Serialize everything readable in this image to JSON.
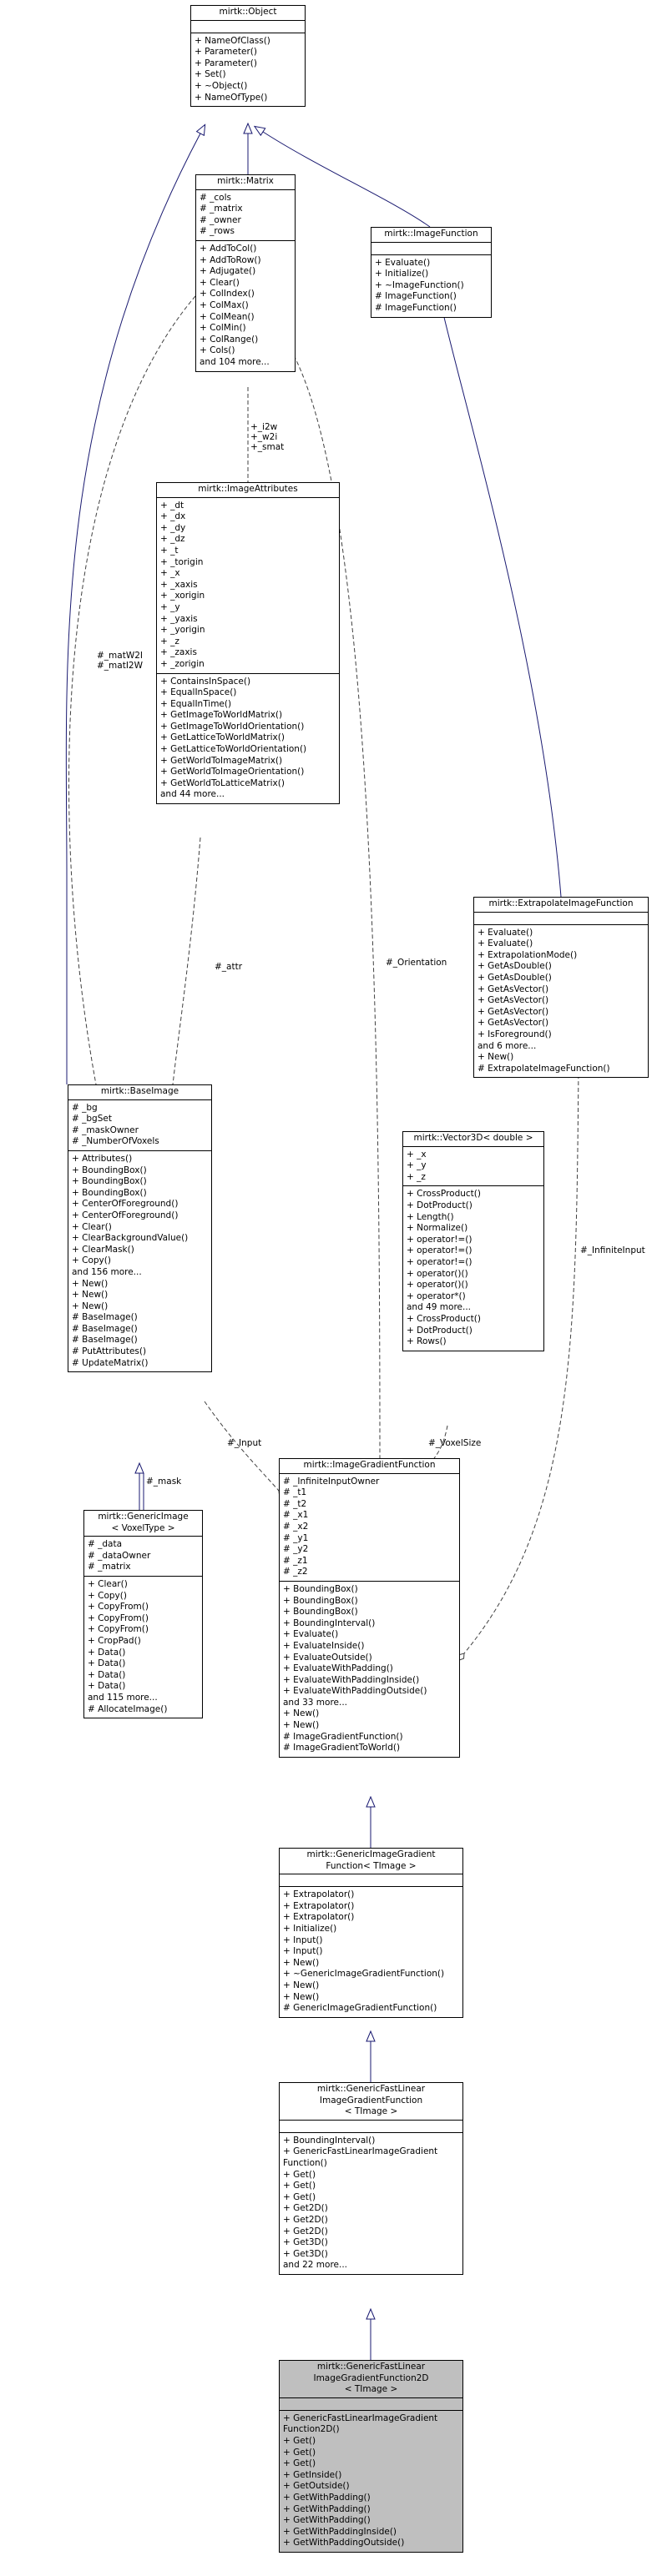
{
  "nodes": [
    {
      "id": "object",
      "title": [
        "mirtk::Object"
      ],
      "attributes": [],
      "methods": [
        "+ NameOfClass()",
        "+ Parameter()",
        "+ Parameter()",
        "+ Set()",
        "+ ~Object()",
        "+ NameOfType()"
      ]
    },
    {
      "id": "matrix",
      "title": [
        "mirtk::Matrix"
      ],
      "attributes": [
        "# _cols",
        "# _matrix",
        "# _owner",
        "# _rows"
      ],
      "methods": [
        "+ AddToCol()",
        "+ AddToRow()",
        "+ Adjugate()",
        "+ Clear()",
        "+ ColIndex()",
        "+ ColMax()",
        "+ ColMean()",
        "+ ColMin()",
        "+ ColRange()",
        "+ Cols()",
        "and 104 more..."
      ]
    },
    {
      "id": "imagefunction",
      "title": [
        "mirtk::ImageFunction"
      ],
      "attributes": [],
      "methods": [
        "+ Evaluate()",
        "+ Initialize()",
        "+ ~ImageFunction()",
        "# ImageFunction()",
        "# ImageFunction()"
      ]
    },
    {
      "id": "imageattributes",
      "title": [
        "mirtk::ImageAttributes"
      ],
      "attributes": [
        "+ _dt",
        "+ _dx",
        "+ _dy",
        "+ _dz",
        "+ _t",
        "+ _torigin",
        "+ _x",
        "+ _xaxis",
        "+ _xorigin",
        "+ _y",
        "+ _yaxis",
        "+ _yorigin",
        "+ _z",
        "+ _zaxis",
        "+ _zorigin"
      ],
      "methods": [
        "+ ContainsInSpace()",
        "+ EqualInSpace()",
        "+ EqualInTime()",
        "+ GetImageToWorldMatrix()",
        "+ GetImageToWorldOrientation()",
        "+ GetLatticeToWorldMatrix()",
        "+ GetLatticeToWorldOrientation()",
        "+ GetWorldToImageMatrix()",
        "+ GetWorldToImageOrientation()",
        "+ GetWorldToLatticeMatrix()",
        "and 44 more..."
      ]
    },
    {
      "id": "extrapolate",
      "title": [
        "mirtk::ExtrapolateImageFunction"
      ],
      "attributes": [],
      "methods": [
        "+ Evaluate()",
        "+ Evaluate()",
        "+ ExtrapolationMode()",
        "+ GetAsDouble()",
        "+ GetAsDouble()",
        "+ GetAsVector()",
        "+ GetAsVector()",
        "+ GetAsVector()",
        "+ GetAsVector()",
        "+ IsForeground()",
        "and 6 more...",
        "+ New()",
        "# ExtrapolateImageFunction()"
      ]
    },
    {
      "id": "baseimage",
      "title": [
        "mirtk::BaseImage"
      ],
      "attributes": [
        "# _bg",
        "# _bgSet",
        "# _maskOwner",
        "# _NumberOfVoxels"
      ],
      "methods": [
        "+ Attributes()",
        "+ BoundingBox()",
        "+ BoundingBox()",
        "+ BoundingBox()",
        "+ CenterOfForeground()",
        "+ CenterOfForeground()",
        "+ Clear()",
        "+ ClearBackgroundValue()",
        "+ ClearMask()",
        "+ Copy()",
        "and 156 more...",
        "+ New()",
        "+ New()",
        "+ New()",
        "# BaseImage()",
        "# BaseImage()",
        "# BaseImage()",
        "# PutAttributes()",
        "# UpdateMatrix()"
      ]
    },
    {
      "id": "vector3d",
      "title": [
        "mirtk::Vector3D< double >"
      ],
      "attributes": [
        "+ _x",
        "+ _y",
        "+ _z"
      ],
      "methods": [
        "+ CrossProduct()",
        "+ DotProduct()",
        "+ Length()",
        "+ Normalize()",
        "+ operator!=()",
        "+ operator!=()",
        "+ operator!=()",
        "+ operator()()",
        "+ operator()()",
        "+ operator*()",
        "and 49 more...",
        "+ CrossProduct()",
        "+ DotProduct()",
        "+ Rows()"
      ]
    },
    {
      "id": "genericimage",
      "title": [
        "mirtk::GenericImage",
        "< VoxelType >"
      ],
      "attributes": [
        "# _data",
        "# _dataOwner",
        "# _matrix"
      ],
      "methods": [
        "+ Clear()",
        "+ Copy()",
        "+ CopyFrom()",
        "+ CopyFrom()",
        "+ CopyFrom()",
        "+ CropPad()",
        "+ Data()",
        "+ Data()",
        "+ Data()",
        "+ Data()",
        "and 115 more...",
        "# AllocateImage()"
      ]
    },
    {
      "id": "gradientfunction",
      "title": [
        "mirtk::ImageGradientFunction"
      ],
      "attributes": [
        "# _InfiniteInputOwner",
        "# _t1",
        "# _t2",
        "# _x1",
        "# _x2",
        "# _y1",
        "# _y2",
        "# _z1",
        "# _z2"
      ],
      "methods": [
        "+ BoundingBox()",
        "+ BoundingBox()",
        "+ BoundingBox()",
        "+ BoundingInterval()",
        "+ Evaluate()",
        "+ EvaluateInside()",
        "+ EvaluateOutside()",
        "+ EvaluateWithPadding()",
        "+ EvaluateWithPaddingInside()",
        "+ EvaluateWithPaddingOutside()",
        "and 33 more...",
        "+ New()",
        "+ New()",
        "# ImageGradientFunction()",
        "# ImageGradientToWorld()"
      ]
    },
    {
      "id": "genericgradient",
      "title": [
        "mirtk::GenericImageGradient",
        "Function< TImage >"
      ],
      "attributes": [],
      "methods": [
        "+ Extrapolator()",
        "+ Extrapolator()",
        "+ Extrapolator()",
        "+ Initialize()",
        "+ Input()",
        "+ Input()",
        "+ New()",
        "+ ~GenericImageGradientFunction()",
        "+ New()",
        "+ New()",
        "# GenericImageGradientFunction()"
      ]
    },
    {
      "id": "fastlinear",
      "title": [
        "mirtk::GenericFastLinear",
        "ImageGradientFunction",
        "< TImage >"
      ],
      "attributes": [],
      "methods": [
        "+ BoundingInterval()",
        "+ GenericFastLinearImageGradient",
        "Function()",
        "+ Get()",
        "+ Get()",
        "+ Get()",
        "+ Get2D()",
        "+ Get2D()",
        "+ Get2D()",
        "+ Get3D()",
        "+ Get3D()",
        "and 22 more..."
      ]
    },
    {
      "id": "fastlinear2d",
      "title": [
        "mirtk::GenericFastLinear",
        "ImageGradientFunction2D",
        "< TImage >"
      ],
      "attributes": [],
      "methods": [
        "+ GenericFastLinearImageGradient",
        "Function2D()",
        "+ Get()",
        "+ Get()",
        "+ Get()",
        "+ GetInside()",
        "+ GetOutside()",
        "+ GetWithPadding()",
        "+ GetWithPadding()",
        "+ GetWithPadding()",
        "+ GetWithPaddingInside()",
        "+ GetWithPaddingOutside()"
      ]
    }
  ],
  "edge_labels": [
    {
      "id": "smat",
      "lines": [
        "+_i2w",
        "+_w2i",
        "+_smat"
      ]
    },
    {
      "id": "matw2i",
      "lines": [
        "#_matW2I",
        "#_matI2W"
      ]
    },
    {
      "id": "attr",
      "lines": [
        "#_attr"
      ]
    },
    {
      "id": "orientation",
      "lines": [
        "#_Orientation"
      ]
    },
    {
      "id": "infinite",
      "lines": [
        "#_InfiniteInput"
      ]
    },
    {
      "id": "mask",
      "lines": [
        "#_mask"
      ]
    },
    {
      "id": "input",
      "lines": [
        "#_Input"
      ]
    },
    {
      "id": "voxelsize",
      "lines": [
        "#_VoxelSize"
      ]
    }
  ],
  "colors": {
    "inheritance": "#191970",
    "usage": "#404040",
    "highlight": "#bfbfbf",
    "border": "#000000"
  }
}
